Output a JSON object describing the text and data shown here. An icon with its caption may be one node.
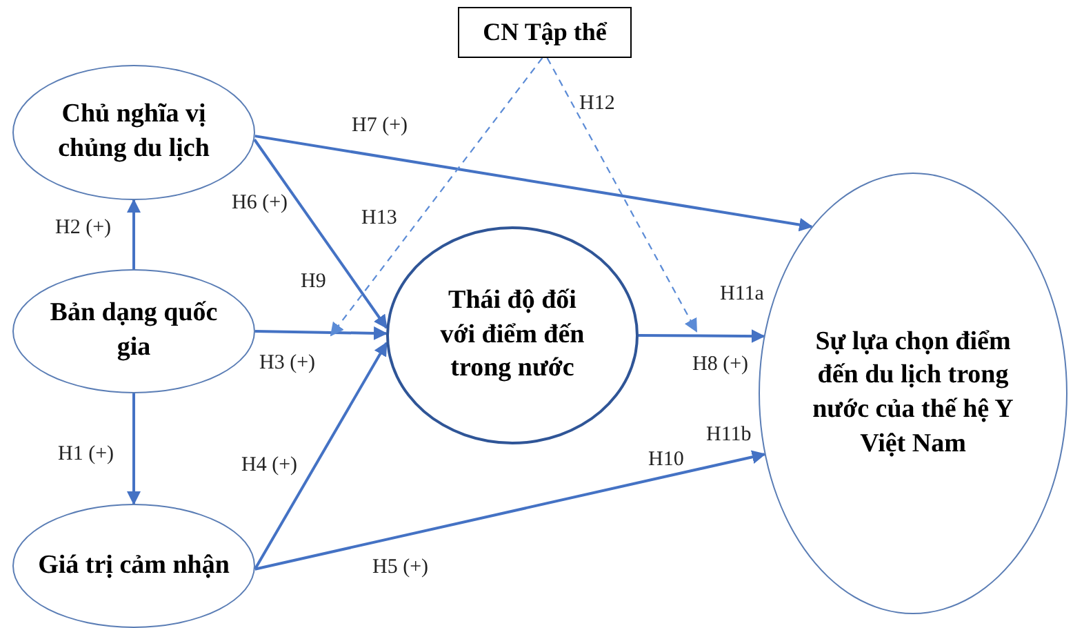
{
  "diagram": {
    "nodes": [
      {
        "text": [
          "CN Tập thể"
        ]
      },
      {
        "text": [
          "Chủ nghĩa vị chủng du lịch"
        ]
      },
      {
        "text": [
          "Bản dạng quốc gia"
        ]
      },
      {
        "text": [
          "Thái độ đối với điểm đến trong nước"
        ]
      },
      {
        "text": [
          "Sự lựa chọn điểm đến du lịch trong nước của thế hệ Y Việt Nam"
        ]
      },
      {
        "text": [
          "Giá trị cảm nhận"
        ]
      }
    ],
    "edges": [
      {
        "from": 2,
        "to": 1,
        "arrow": "to",
        "label": "H2 (+)"
      },
      {
        "from": 2,
        "to": 5,
        "arrow": "to",
        "label": "H1 (+)"
      },
      {
        "from": 2,
        "to": 3,
        "arrow": "to",
        "label": "H3 (+)"
      },
      {
        "from": 1,
        "to": 3,
        "arrow": "to",
        "label": "H6 (+)"
      },
      {
        "from": 1,
        "to": 4,
        "arrow": "to",
        "label": "H7 (+)"
      },
      {
        "from": 5,
        "to": 3,
        "arrow": "to",
        "label": "H4 (+)"
      },
      {
        "from": 5,
        "to": 4,
        "arrow": "to",
        "label": "H5 (+)"
      },
      {
        "from": 3,
        "to": 4,
        "arrow": "to",
        "label": "H8 (+)"
      },
      {
        "from": 0,
        "to": null,
        "arrow": "to",
        "label": "H13",
        "style": "dashed"
      },
      {
        "from": 0,
        "to": null,
        "arrow": "to",
        "label": "H12",
        "style": "dashed"
      }
    ],
    "labels": [
      "H9",
      "H11a",
      "H10",
      "H11b"
    ]
  }
}
